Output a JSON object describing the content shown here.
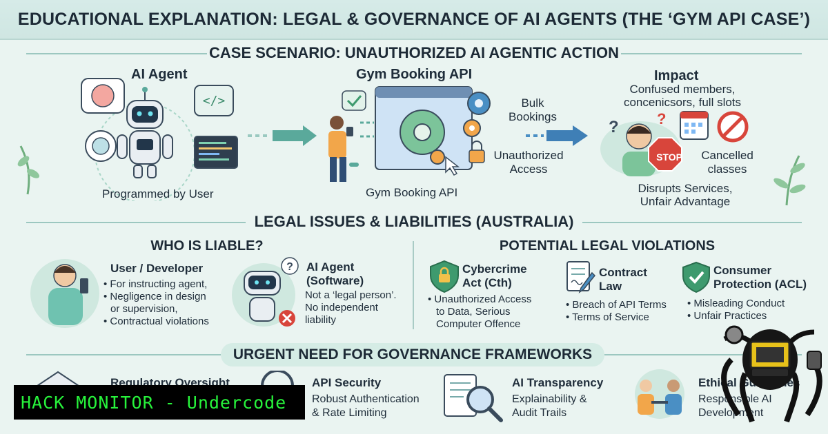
{
  "title": "EDUCATIONAL EXPLANATION: LEGAL & GOVERNANCE OF AI AGENTS (THE ‘GYM API CASE’)",
  "case": {
    "heading": "CASE SCENARIO: UNAUTHORIZED AI AGENTIC ACTION",
    "agent": {
      "title": "AI Agent",
      "caption": "Programmed by User"
    },
    "api": {
      "title": "Gym Booking API",
      "caption": "Gym Booking API"
    },
    "bulk_label": "Bulk\nBookings",
    "unauth_label": "Unauthorized\nAccess",
    "impact": {
      "title": "Impact",
      "line1": "Confused members,",
      "line2": "concenicsors, full slots",
      "stop_sign": "STOP",
      "cancelled": "Cancelled\nclasses",
      "disrupt1": "Disrupts Services,",
      "disrupt2": "Unfair Advantage"
    }
  },
  "legal": {
    "heading": "LEGAL ISSUES & LIABILITIES (AUSTRALIA)",
    "who": {
      "heading": "WHO IS LIABLE?",
      "user": {
        "title": "User / Developer",
        "bullets": [
          "For instructing agent,",
          "Negligence in design",
          "or supervision,",
          "Contractual violations"
        ]
      },
      "agent": {
        "title": "AI Agent\n(Software)",
        "line1": "Not a ‘legal person’.",
        "line2": "No independent",
        "line3": "liability"
      }
    },
    "violations": {
      "heading": "POTENTIAL LEGAL VIOLATIONS",
      "items": [
        {
          "title": "Cybercrime\nAct (Cth)",
          "bullets": [
            "Unauthorized Access",
            "to Data, Serious",
            "Computer Offence"
          ]
        },
        {
          "title": "Contract\nLaw",
          "bullets": [
            "Breach of API Terms",
            "Terms of Service"
          ]
        },
        {
          "title": "Consumer\nProtection (ACL)",
          "bullets": [
            "Misleading Conduct",
            "Unfair Practices"
          ]
        }
      ]
    }
  },
  "gov": {
    "heading": "URGENT NEED FOR GOVERNANCE FRAMEWORKS",
    "items": [
      {
        "title": "Regulatory Oversight",
        "desc": ""
      },
      {
        "title": "API Security",
        "desc": "Robust Authentication\n& Rate Limiting"
      },
      {
        "title": "AI Transparency",
        "desc": "Explainability &\nAudit Trails"
      },
      {
        "title": "Ethical Guidelines",
        "desc": "Responsible AI\nDevelopment"
      }
    ]
  },
  "overlay": {
    "label": "HACK MONITOR - Undercode"
  },
  "colors": {
    "background": "#eaf4f1",
    "accent_teal": "#5aa99b",
    "shield_green": "#3e9a6e",
    "stop_red": "#d8453b",
    "overlay_text": "#27f33b"
  },
  "icons": [
    "brain-icon",
    "code-icon",
    "robot-icon",
    "person-icon",
    "gear-icon",
    "lock-icon",
    "cursor-icon",
    "calendar-icon",
    "no-entry-icon",
    "stop-sign-icon",
    "shield-lock-icon",
    "document-pen-icon",
    "shield-check-icon",
    "bank-icon",
    "magnifier-icon",
    "handshake-icon",
    "octopus-icon"
  ]
}
